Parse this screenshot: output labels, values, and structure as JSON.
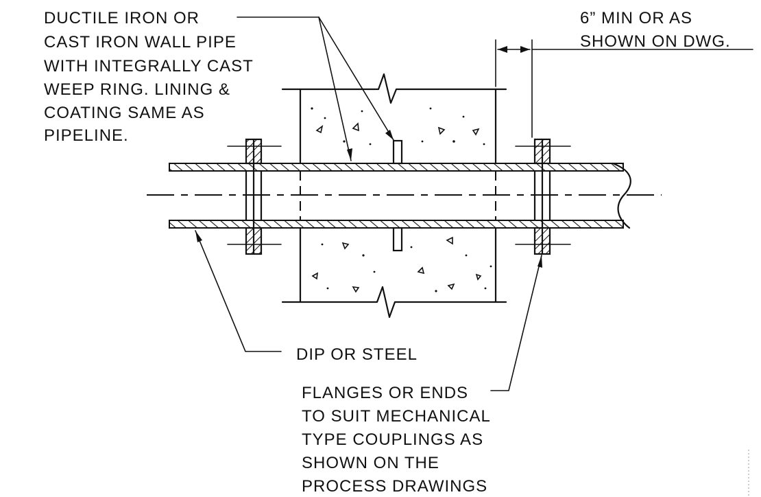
{
  "labels": {
    "wall_pipe_note": [
      "DUCTILE IRON OR",
      "CAST IRON WALL PIPE",
      "WITH INTEGRALLY CAST",
      "WEEP RING. LINING &",
      "COATING SAME AS",
      "PIPELINE."
    ],
    "min_note": [
      "6” MIN OR AS",
      "SHOWN ON DWG."
    ],
    "pipe_note": "DIP OR STEEL",
    "flange_note": [
      "FLANGES OR ENDS",
      "TO SUIT MECHANICAL",
      "TYPE COUPLINGS AS",
      "SHOWN ON THE",
      "PROCESS DRAWINGS"
    ]
  }
}
